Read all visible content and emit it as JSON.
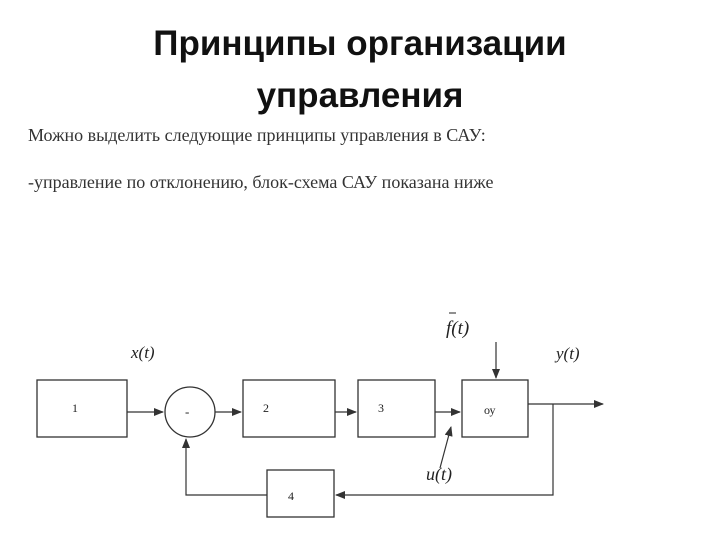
{
  "slide": {
    "title_line1": "Принципы организации",
    "title_line2": "управления",
    "paragraph1": "Можно выделить следующие принципы управления в САУ:",
    "paragraph2": "-управление по отклонению, блок-схема САУ показана ниже"
  },
  "diagram": {
    "block1": "1",
    "summator_sign": "-",
    "block2": "2",
    "block3": "3",
    "object_label": "оу",
    "block4": "4",
    "signal_x": "x(t)",
    "signal_f": "f(t)",
    "signal_y": "y(t)",
    "signal_u": "u(t)"
  }
}
